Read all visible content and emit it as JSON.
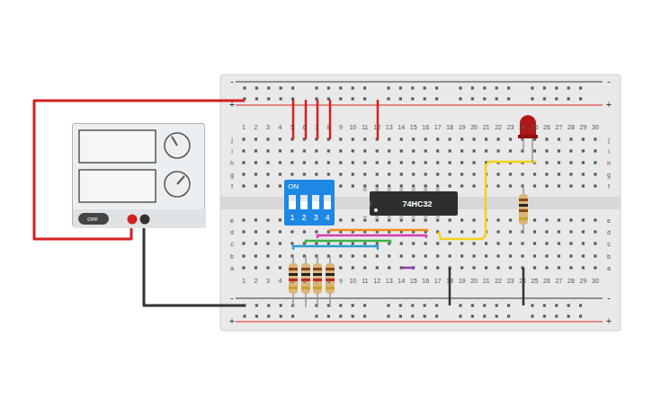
{
  "diagram": {
    "nodes": [
      {
        "text": [
          "OFF"
        ]
      },
      {
        "text": [
          "ON",
          "1",
          "2",
          "3",
          "4"
        ]
      },
      {
        "text": [
          "74HC32"
        ]
      }
    ],
    "labels": [
      "1",
      "2",
      "3",
      "4",
      "5",
      "6",
      "7",
      "8",
      "9",
      "10",
      "11",
      "12",
      "13",
      "14",
      "15",
      "16",
      "17",
      "18",
      "19",
      "20",
      "21",
      "22",
      "23",
      "24",
      "25",
      "26",
      "27",
      "28",
      "29",
      "30",
      "1",
      "2",
      "3",
      "4",
      "5",
      "6",
      "7",
      "8",
      "9",
      "10",
      "11",
      "12",
      "13",
      "14",
      "15",
      "16",
      "17",
      "18",
      "19",
      "20",
      "21",
      "22",
      "23",
      "24",
      "25",
      "26",
      "27",
      "28",
      "29",
      "30",
      "j",
      "i",
      "h",
      "g",
      "f",
      "j",
      "i",
      "h",
      "g",
      "f",
      "e",
      "d",
      "c",
      "b",
      "a",
      "e",
      "d",
      "c",
      "b",
      "a",
      "-",
      "-",
      "+",
      "+",
      "-",
      "-",
      "+",
      "+"
    ]
  }
}
